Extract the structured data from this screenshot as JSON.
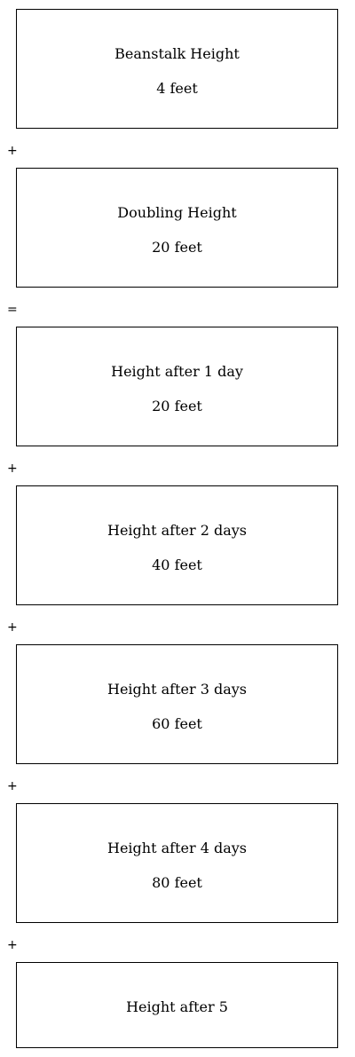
{
  "boxes": [
    {
      "title": "Beanstalk Height",
      "value": "4 feet"
    },
    {
      "title": "Doubling Height",
      "value": "20 feet"
    },
    {
      "title": "Height after 1 day",
      "value": "20 feet"
    },
    {
      "title": "Height after 2 days",
      "value": "40 feet"
    },
    {
      "title": "Height after 3 days",
      "value": "60 feet"
    },
    {
      "title": "Height after 4 days",
      "value": "80 feet"
    },
    {
      "title": "Height after 5",
      "value": ""
    }
  ],
  "operators": [
    "+",
    "=",
    "+",
    "+",
    "+",
    "+"
  ]
}
